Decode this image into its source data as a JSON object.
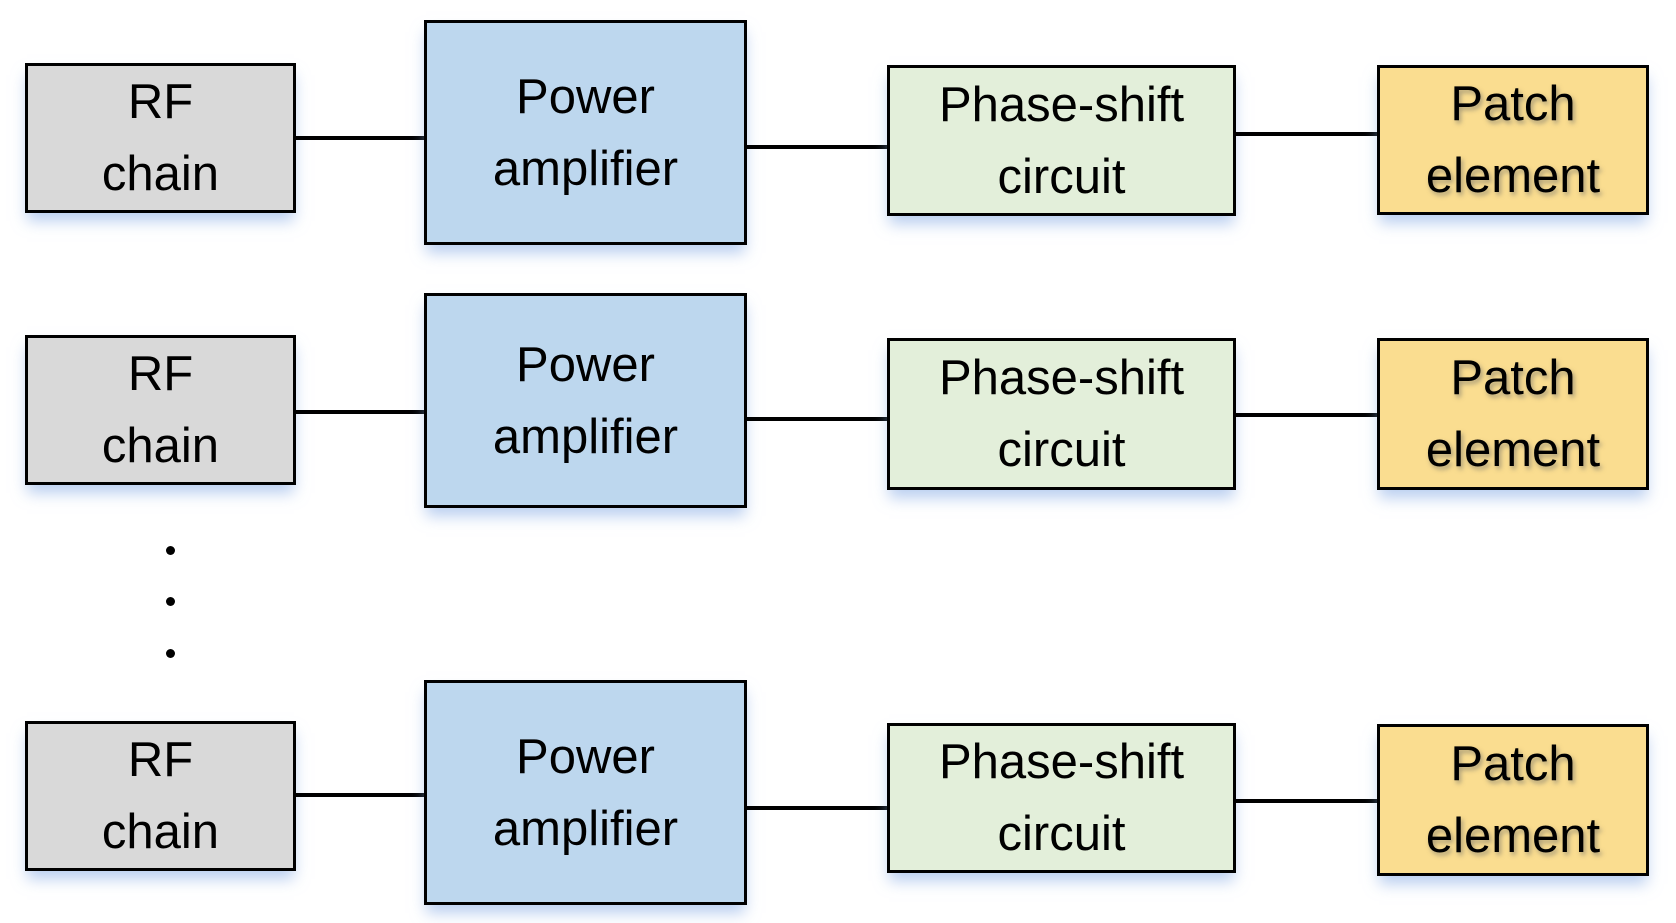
{
  "diagram": {
    "type": "block-diagram",
    "description": "Phased-array transmitter chain: each RF chain feeds a power amplifier, then a phase-shift circuit, then a patch element; rows repeated with vertical ellipsis",
    "nodes": {
      "rf_chain": {
        "line1": "RF",
        "line2": "chain",
        "fill": "#D9D9D9"
      },
      "power_amplifier": {
        "line1": "Power",
        "line2": "amplifier",
        "fill": "#BDD7EE"
      },
      "phase_shift": {
        "line1": "Phase-shift",
        "line2": "circuit",
        "fill": "#E3EFDA"
      },
      "patch_element": {
        "line1": "Patch",
        "line2": "element",
        "fill": "#FADD90"
      }
    },
    "rows": [
      {
        "nodes": [
          "rf_chain",
          "power_amplifier",
          "phase_shift",
          "patch_element"
        ]
      },
      {
        "nodes": [
          "rf_chain",
          "power_amplifier",
          "phase_shift",
          "patch_element"
        ]
      },
      {
        "nodes": [
          "rf_chain",
          "power_amplifier",
          "phase_shift",
          "patch_element"
        ]
      }
    ],
    "ellipsis_dots": 3,
    "colors": {
      "border": "#000000",
      "connector": "#000000",
      "background": "#FFFFFF",
      "box_shadow": "#8CAFE6"
    }
  }
}
